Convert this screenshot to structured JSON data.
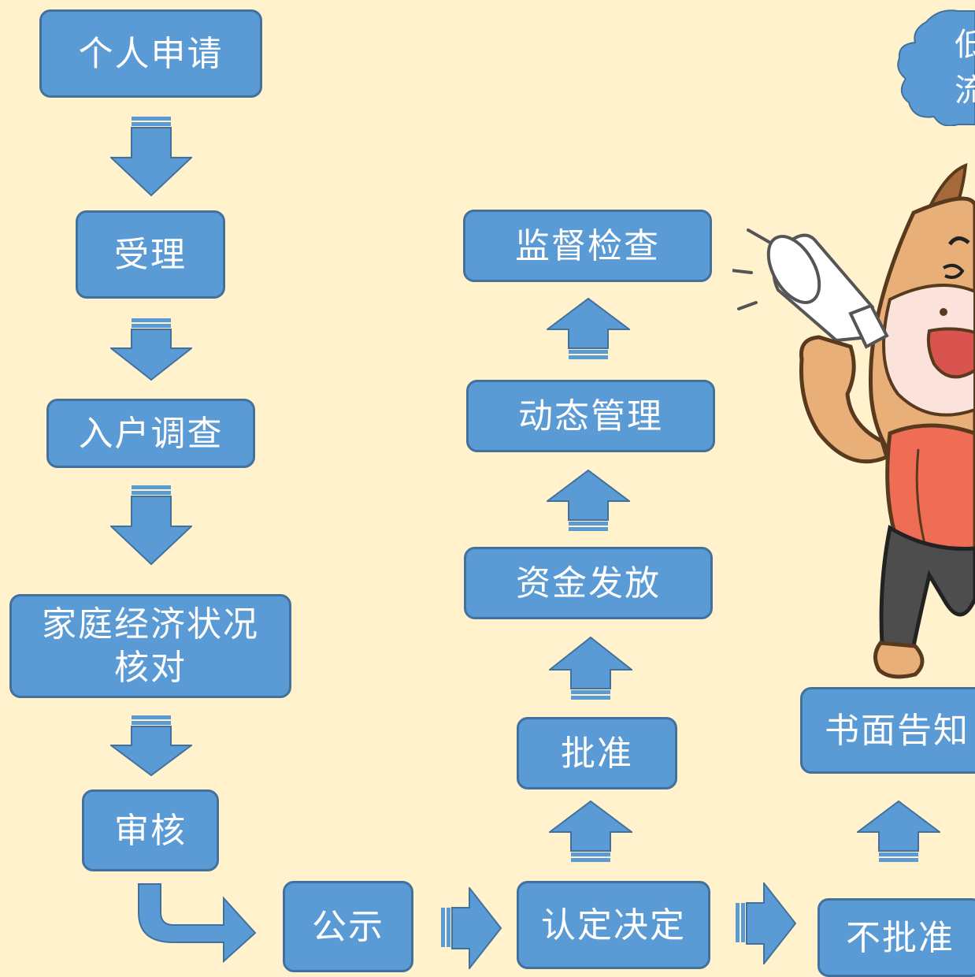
{
  "steps": {
    "apply": "个人申请",
    "accept": "受理",
    "survey": "入户调查",
    "verify": "家庭经济状况\n核对",
    "review": "审核",
    "publicity": "公示",
    "decision": "认定决定",
    "approve": "批准",
    "fund": "资金发放",
    "dynamic": "动态管理",
    "supervise": "监督检查",
    "reject": "不批准",
    "notice": "书面告知"
  },
  "bubble": {
    "line1": "低",
    "line2": "流"
  },
  "colors": {
    "background": "#fff2cc",
    "box_fill": "#5b9bd5",
    "box_border": "#41719c"
  }
}
